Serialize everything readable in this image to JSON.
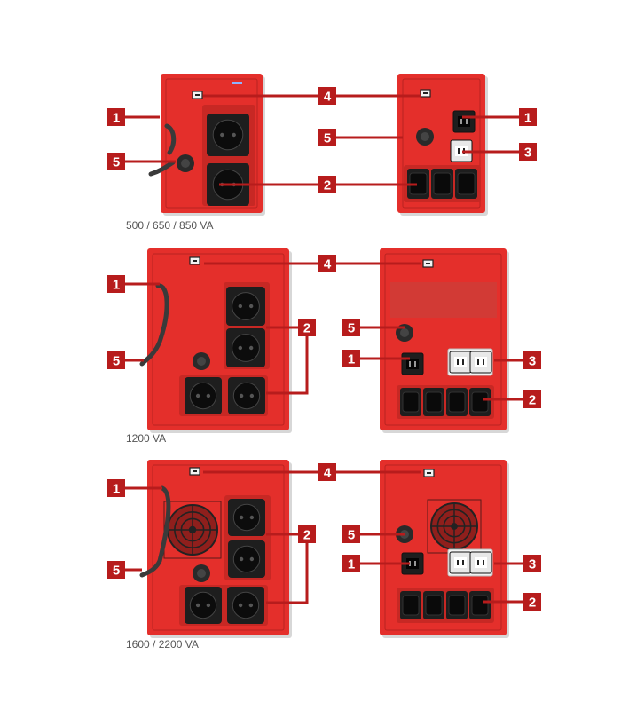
{
  "colors": {
    "housing": "#e42f2b",
    "housing_dark": "#b92320",
    "panel_dark": "#c72824",
    "callout": "#b71c1c",
    "socket": "#1e1e1e",
    "socket_light": "#e8e8e8",
    "cable": "#3a3a3a"
  },
  "legend_numbers": [
    "1",
    "2",
    "3",
    "4",
    "5"
  ],
  "icons": {
    "usb_port": "usb-port-icon",
    "breaker": "circuit-breaker-icon",
    "power_inlet": "power-inlet-icon",
    "schuko": "schuko-socket-icon",
    "iec": "iec-socket-icon",
    "fan": "fan-grille-icon",
    "cable": "power-cable-icon"
  },
  "models": [
    {
      "id": "small",
      "label": "500 / 650 / 850 VA"
    },
    {
      "id": "mid",
      "label": "1200 VA"
    },
    {
      "id": "large",
      "label": "1600 / 2200 VA"
    }
  ]
}
